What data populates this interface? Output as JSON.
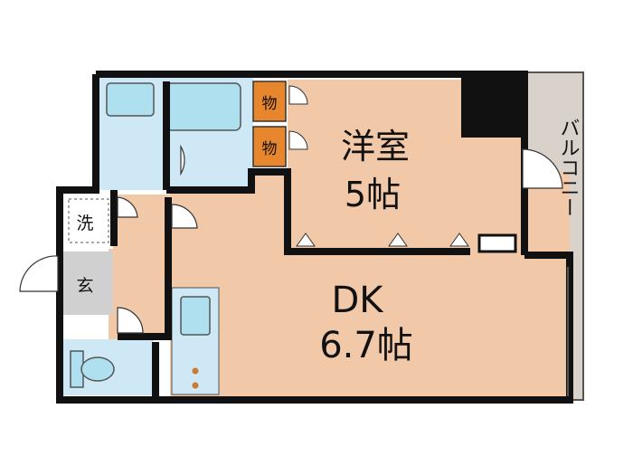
{
  "rooms": {
    "western_room": {
      "name": "洋室",
      "size": "5帖"
    },
    "dk": {
      "name": "DK",
      "size": "6.7帖"
    },
    "storage_1": "物",
    "storage_2": "物",
    "washer": "洗",
    "entrance": "玄",
    "balcony": "バルコニー"
  },
  "colors": {
    "room": "#f2c9a8",
    "wet": "#cfe8f5",
    "fixture": "#aee0ef",
    "storage": "#e8862d",
    "balcony": "#d9d2ca",
    "entry": "#d0d0d0",
    "wall": "#111111"
  }
}
